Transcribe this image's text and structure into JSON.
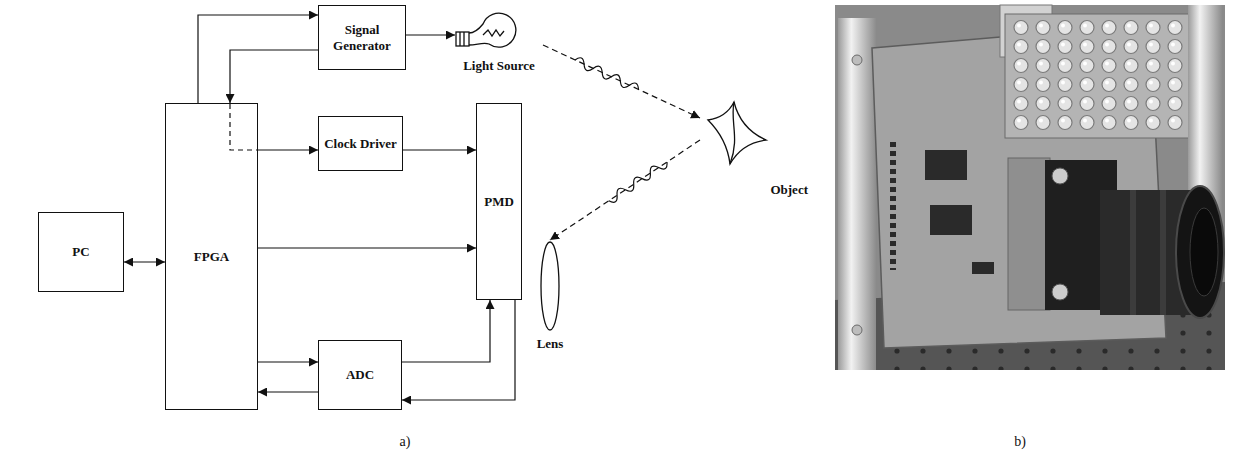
{
  "diagram": {
    "nodes": [
      {
        "text": [
          "Signal Generator"
        ]
      },
      {
        "text": [
          "Light Source"
        ]
      },
      {
        "text": [
          "Object"
        ]
      },
      {
        "text": [
          "Clock Driver"
        ]
      },
      {
        "text": [
          "PMD"
        ]
      },
      {
        "text": [
          "Lens"
        ]
      },
      {
        "text": [
          "PC"
        ]
      },
      {
        "text": [
          "FPGA"
        ]
      },
      {
        "text": [
          "ADC"
        ]
      }
    ],
    "edges": [
      {
        "from": 7,
        "to": 0,
        "arrow": "to"
      },
      {
        "from": 0,
        "to": 7,
        "arrow": "to"
      },
      {
        "from": 0,
        "to": 1,
        "arrow": "to"
      },
      {
        "from": 1,
        "to": 2,
        "arrow": "to"
      },
      {
        "from": 2,
        "to": 5,
        "arrow": "to"
      },
      {
        "from": 7,
        "to": 3,
        "arrow": "to"
      },
      {
        "from": 3,
        "to": 4,
        "arrow": "to"
      },
      {
        "from": 6,
        "to": 7,
        "arrow": "both"
      },
      {
        "from": 7,
        "to": 4,
        "arrow": "to"
      },
      {
        "from": 7,
        "to": 8,
        "arrow": "to"
      },
      {
        "from": 8,
        "to": 7,
        "arrow": "to"
      },
      {
        "from": 8,
        "to": 4,
        "arrow": "to"
      },
      {
        "from": 4,
        "to": 8,
        "arrow": "to"
      }
    ],
    "labels": [
      "a)",
      "b)"
    ]
  }
}
